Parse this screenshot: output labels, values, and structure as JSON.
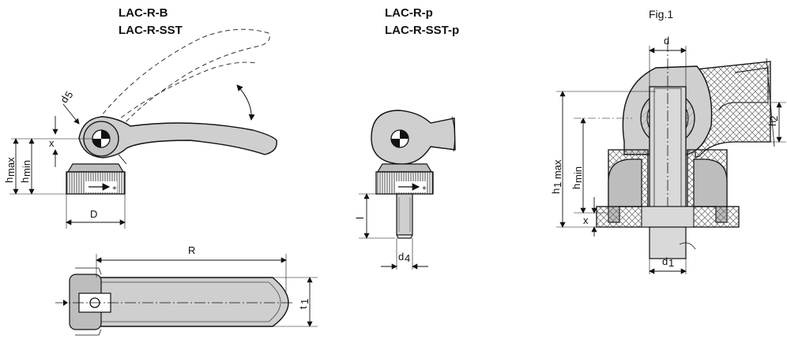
{
  "labels": {
    "variant_b": "LAC-R-B",
    "variant_sst": "LAC-R-SST",
    "variant_p": "LAC-R-p",
    "variant_sst_p": "LAC-R-SST-p",
    "figure": "Fig.1"
  },
  "dims": {
    "d5": "d",
    "d5_sub": "5",
    "x": "x",
    "hmax": "h",
    "hmax_sub": "max",
    "hmin": "h",
    "hmin_sub": "min",
    "D": "D",
    "R": "R",
    "t1": "t",
    "t1_sub": "1",
    "l": "l",
    "d4": "d",
    "d4_sub": "4",
    "d": "d",
    "d1": "d",
    "d1_sub": "1",
    "h1max": "h",
    "h1max_sub": "1 max",
    "h_min_fig": "h",
    "h_min_fig_sub": " min",
    "h2": "h",
    "h2_sub": "2",
    "x_fig": "x"
  },
  "colors": {
    "metal": "#c9c9c9",
    "metal_dark": "#a8a8a8",
    "plastic": "#e3e3e3",
    "line": "#111111"
  }
}
